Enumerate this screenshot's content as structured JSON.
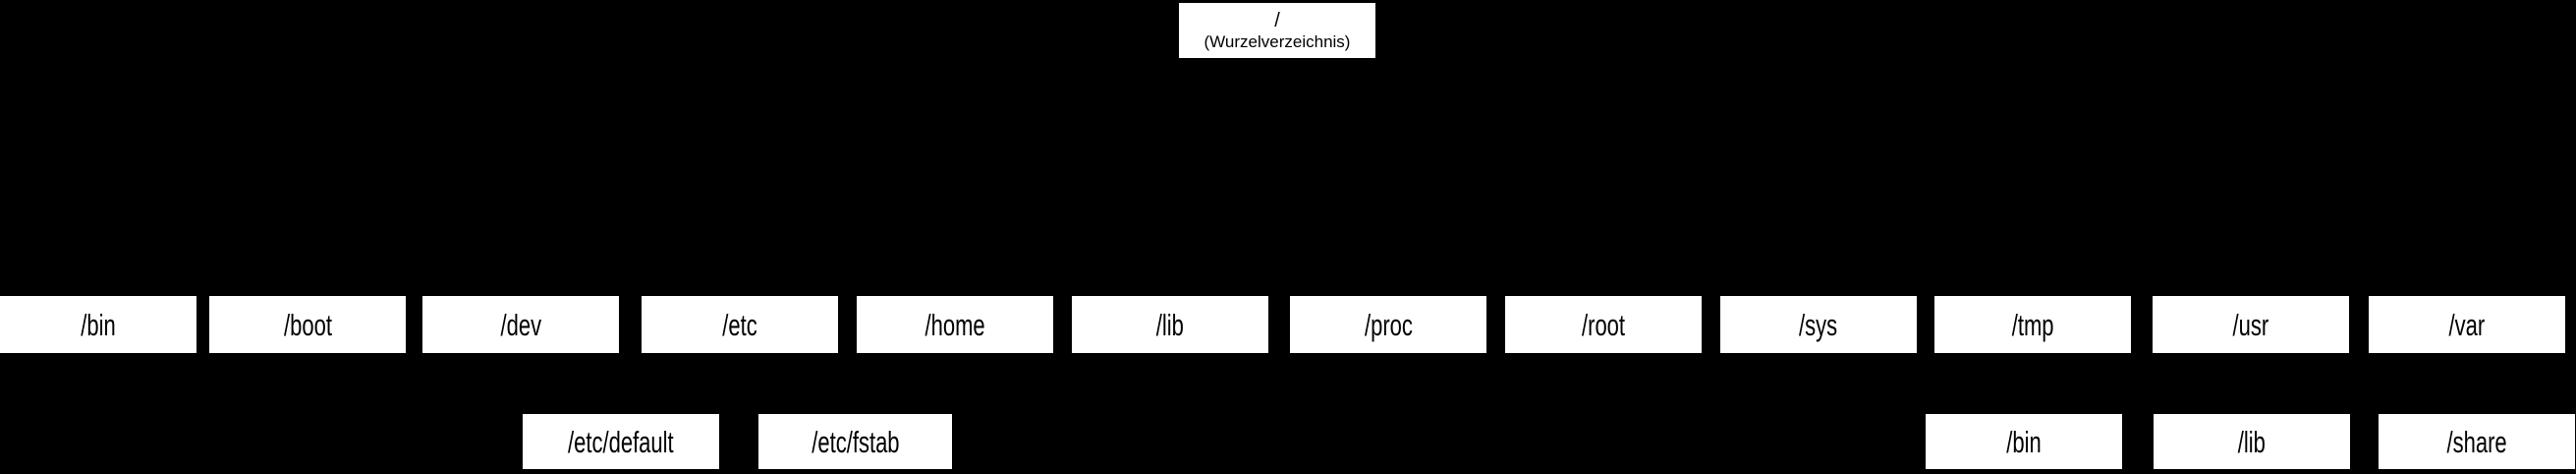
{
  "tree": {
    "root": {
      "name": "/",
      "subtitle": "(Wurzelverzeichnis)"
    },
    "level2": [
      "/bin",
      "/boot",
      "/dev",
      "/etc",
      "/home",
      "/lib",
      "/proc",
      "/root",
      "/sys",
      "/tmp",
      "/usr",
      "/var"
    ],
    "level3": [
      "/etc/default",
      "/etc/fstab",
      "/bin",
      "/lib",
      "/share"
    ]
  },
  "colors": {
    "background": "#000000",
    "node_background": "#ffffff",
    "node_text": "#000000"
  }
}
